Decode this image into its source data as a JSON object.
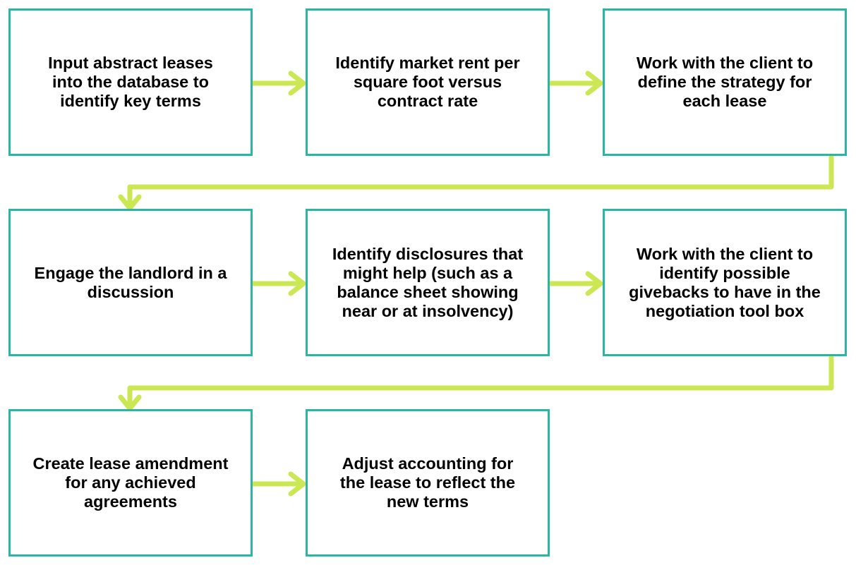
{
  "colors": {
    "box_border": "#2bb5a3",
    "connector": "#cbe854",
    "text": "#000000",
    "background": "#ffffff"
  },
  "steps": [
    {
      "text": "Input abstract leases\ninto the database to\nidentify key terms"
    },
    {
      "text": "Identify market rent per\nsquare foot versus\ncontract rate"
    },
    {
      "text": "Work with the client to\ndefine the strategy for\neach lease"
    },
    {
      "text": "Engage the landlord in a\ndiscussion"
    },
    {
      "text": "Identify disclosures that\nmight help (such as a\nbalance sheet showing\nnear or at insolvency)"
    },
    {
      "text": "Work with the client to\nidentify possible\ngivebacks to have in the\nnegotiation tool box"
    },
    {
      "text": "Create lease amendment\nfor any achieved\nagreements"
    },
    {
      "text": "Adjust accounting for\nthe lease to reflect the\nnew terms"
    }
  ],
  "connectors": [
    {
      "from": 1,
      "to": 2,
      "kind": "arrow-right"
    },
    {
      "from": 2,
      "to": 3,
      "kind": "arrow-right"
    },
    {
      "from": 3,
      "to": 4,
      "kind": "elbow-down"
    },
    {
      "from": 4,
      "to": 5,
      "kind": "arrow-right"
    },
    {
      "from": 5,
      "to": 6,
      "kind": "arrow-right"
    },
    {
      "from": 6,
      "to": 7,
      "kind": "elbow-down"
    },
    {
      "from": 7,
      "to": 8,
      "kind": "arrow-right"
    }
  ]
}
